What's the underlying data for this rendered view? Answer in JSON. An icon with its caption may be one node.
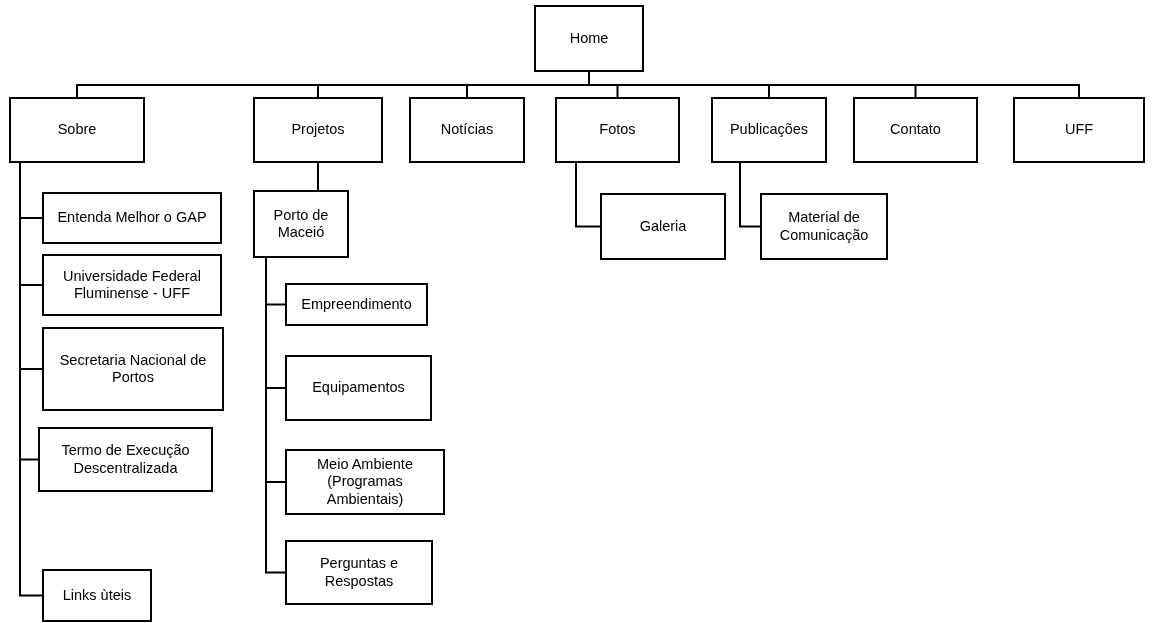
{
  "diagram": {
    "nodes": [
      {
        "text": [
          "Home"
        ]
      },
      {
        "text": [
          "Sobre"
        ]
      },
      {
        "text": [
          "Projetos"
        ]
      },
      {
        "text": [
          "Notícias"
        ]
      },
      {
        "text": [
          "Fotos"
        ]
      },
      {
        "text": [
          "Publicações"
        ]
      },
      {
        "text": [
          "Contato"
        ]
      },
      {
        "text": [
          "UFF"
        ]
      },
      {
        "text": [
          "Entenda Melhor o GAP"
        ]
      },
      {
        "text": [
          "Universidade Federal Fluminense - UFF"
        ]
      },
      {
        "text": [
          "Secretaria Nacional de Portos"
        ]
      },
      {
        "text": [
          "Termo de Execução Descentralizada"
        ]
      },
      {
        "text": [
          "Links ùteis"
        ]
      },
      {
        "text": [
          "Porto de Maceió"
        ]
      },
      {
        "text": [
          "Empreendimento"
        ]
      },
      {
        "text": [
          "Equipamentos"
        ]
      },
      {
        "text": [
          "Meio Ambiente (Programas Ambientais)"
        ]
      },
      {
        "text": [
          "Perguntas e Respostas"
        ]
      },
      {
        "text": [
          "Galeria"
        ]
      },
      {
        "text": [
          "Material de Comunicação"
        ]
      }
    ],
    "edges": [
      {
        "from": 0,
        "to": 1,
        "arrow": "none"
      },
      {
        "from": 0,
        "to": 2,
        "arrow": "none"
      },
      {
        "from": 0,
        "to": 3,
        "arrow": "none"
      },
      {
        "from": 0,
        "to": 4,
        "arrow": "none"
      },
      {
        "from": 0,
        "to": 5,
        "arrow": "none"
      },
      {
        "from": 0,
        "to": 6,
        "arrow": "none"
      },
      {
        "from": 0,
        "to": 7,
        "arrow": "none"
      },
      {
        "from": 1,
        "to": 8,
        "arrow": "none"
      },
      {
        "from": 1,
        "to": 9,
        "arrow": "none"
      },
      {
        "from": 1,
        "to": 10,
        "arrow": "none"
      },
      {
        "from": 1,
        "to": 11,
        "arrow": "none"
      },
      {
        "from": 1,
        "to": 12,
        "arrow": "none"
      },
      {
        "from": 2,
        "to": 13,
        "arrow": "none"
      },
      {
        "from": 13,
        "to": 14,
        "arrow": "none"
      },
      {
        "from": 13,
        "to": 15,
        "arrow": "none"
      },
      {
        "from": 13,
        "to": 16,
        "arrow": "none"
      },
      {
        "from": 13,
        "to": 17,
        "arrow": "none"
      },
      {
        "from": 4,
        "to": 18,
        "arrow": "none"
      },
      {
        "from": 5,
        "to": 19,
        "arrow": "none"
      }
    ]
  }
}
